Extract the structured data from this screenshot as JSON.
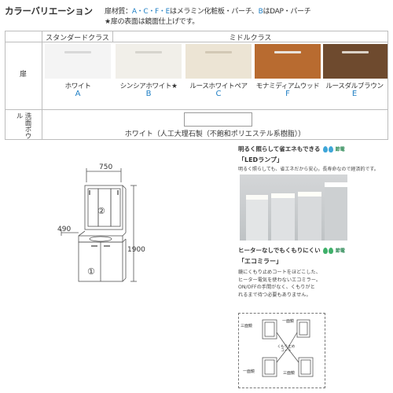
{
  "header": {
    "title": "カラーバリエーション",
    "note1_prefix": "扉材質：",
    "note1_blue1": "A・C・F・E",
    "note1_mid": "はメラミン化粧板・パーチ、",
    "note1_blue2": "B",
    "note1_suffix": "はDAP・パーチ",
    "note2": "★扉の表面は鏡面仕上げです。"
  },
  "classes": {
    "standard": "スタンダードクラス",
    "middle": "ミドルクラス"
  },
  "row_labels": {
    "door": "扉",
    "bowl": "洗面ボウル"
  },
  "colors": [
    {
      "name": "ホワイト",
      "code": "A",
      "swatch": "#f4f4f4",
      "handle": "#d8d8d8"
    },
    {
      "name": "シンシアホワイト★",
      "code": "B",
      "swatch": "#f1efe9",
      "handle": "#d6d4cd"
    },
    {
      "name": "ルースホワイトペア",
      "code": "C",
      "swatch": "#ece4d4",
      "handle": "#d2c8b5"
    },
    {
      "name": "モナミディアムウッド",
      "code": "F",
      "swatch": "#b86b30",
      "handle": "#e9e3dc"
    },
    {
      "name": "ルースダルブラウン",
      "code": "E",
      "swatch": "#6e4a2e",
      "handle": "#dcd3c8"
    }
  ],
  "bowl_color": "ホワイト（人工大理石製（不飽和ポリエステル系樹脂））",
  "diagram": {
    "width": "750",
    "depth": "490",
    "height": "1900",
    "mark1": "①",
    "mark2": "②"
  },
  "led": {
    "headline": "明るく照らして省エネもできる",
    "badge": "節電",
    "name": "「LEDランプ」",
    "desc": "明るく照らしても、省エネだから安心。長寿命なので経済的です。"
  },
  "eco": {
    "headline": "ヒーターなしでもくもりにくい",
    "badge": "節電",
    "name": "「エコミラー」",
    "desc1": "鏡にくもり止めコートをほどこした、",
    "desc2": "ヒーター電気を使わないエコミラー。",
    "desc3": "ON/OFFの手間がなく、くもりがと",
    "desc4": "れるまで待つ必要もありません。"
  },
  "eco_diagram": {
    "label1": "三面鏡",
    "label2": "一面鏡",
    "label3": "くもり止めコート",
    "label4": "一面鏡",
    "label5": "三面鏡"
  }
}
